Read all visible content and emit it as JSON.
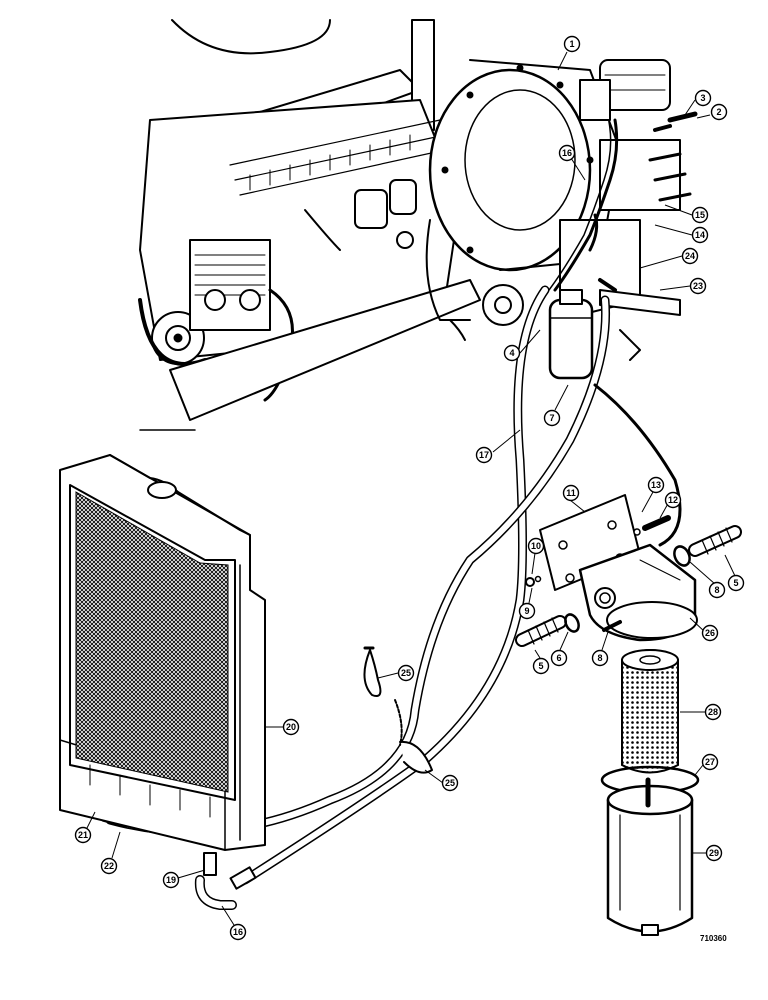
{
  "figure_code": "710360",
  "callouts": [
    {
      "id": "c-1",
      "label": "1"
    },
    {
      "id": "c-2",
      "label": "2"
    },
    {
      "id": "c-3",
      "label": "3"
    },
    {
      "id": "c-16a",
      "label": "16"
    },
    {
      "id": "c-15",
      "label": "15"
    },
    {
      "id": "c-14",
      "label": "14"
    },
    {
      "id": "c-24",
      "label": "24"
    },
    {
      "id": "c-23",
      "label": "23"
    },
    {
      "id": "c-4",
      "label": "4"
    },
    {
      "id": "c-7",
      "label": "7"
    },
    {
      "id": "c-17",
      "label": "17"
    },
    {
      "id": "c-11",
      "label": "11"
    },
    {
      "id": "c-13",
      "label": "13"
    },
    {
      "id": "c-12",
      "label": "12"
    },
    {
      "id": "c-10",
      "label": "10"
    },
    {
      "id": "c-9",
      "label": "9"
    },
    {
      "id": "c-6a",
      "label": "6"
    },
    {
      "id": "c-5a",
      "label": "5"
    },
    {
      "id": "c-8a",
      "label": "8"
    },
    {
      "id": "c-8b",
      "label": "8"
    },
    {
      "id": "c-5b",
      "label": "5"
    },
    {
      "id": "c-6b",
      "label": "6"
    },
    {
      "id": "c-26",
      "label": "26"
    },
    {
      "id": "c-28",
      "label": "28"
    },
    {
      "id": "c-27",
      "label": "27"
    },
    {
      "id": "c-29",
      "label": "29"
    },
    {
      "id": "c-20",
      "label": "20"
    },
    {
      "id": "c-25a",
      "label": "25"
    },
    {
      "id": "c-25b",
      "label": "25"
    },
    {
      "id": "c-21",
      "label": "21"
    },
    {
      "id": "c-22",
      "label": "22"
    },
    {
      "id": "c-19",
      "label": "19"
    },
    {
      "id": "c-16b",
      "label": "16"
    }
  ]
}
